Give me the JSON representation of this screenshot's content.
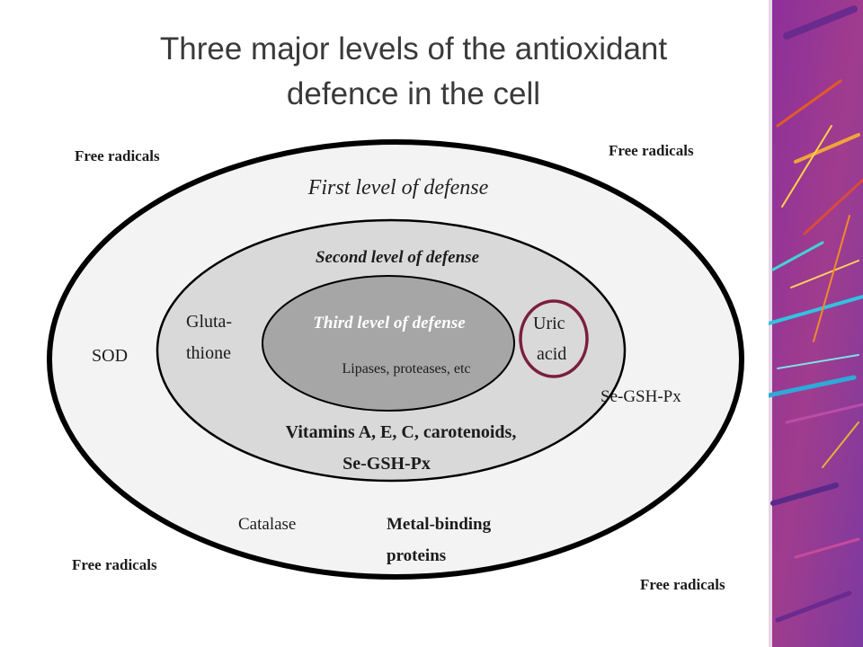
{
  "title": "Three major levels of the antioxidant\ndefence in the cell",
  "diagram": {
    "corners": {
      "top_left": "Free radicals",
      "top_right": "Free radicals",
      "bottom_left": "Free radicals",
      "bottom_right": "Free radicals"
    },
    "first_level": {
      "heading": "First level of defense",
      "items": {
        "sod": "SOD",
        "se_gsh_px": "Se-GSH-Px",
        "catalase": "Catalase",
        "metal_binding_1": "Metal-binding",
        "metal_binding_2": "proteins"
      }
    },
    "second_level": {
      "heading": "Second level of defense",
      "items": {
        "glutathione_1": "Gluta-",
        "glutathione_2": "thione",
        "uric_1": "Uric",
        "uric_2": "acid",
        "vitamins_1": "Vitamins A, E, C, carotenoids,",
        "vitamins_2": "Se-GSH-Px"
      }
    },
    "third_level": {
      "heading": "Third level of defense",
      "items": {
        "lipases": "Lipases, proteases, etc"
      }
    },
    "highlight": {
      "label": "Uric acid",
      "color": "#7a1f3d"
    },
    "colors": {
      "outer_fill": "#f3f3f3",
      "middle_fill": "#d9d9d9",
      "inner_fill": "#a6a6a6",
      "stroke": "#000000"
    }
  },
  "side_panel": {
    "image": "crystal-micrograph",
    "dominant_color": "#9a3a9a"
  }
}
